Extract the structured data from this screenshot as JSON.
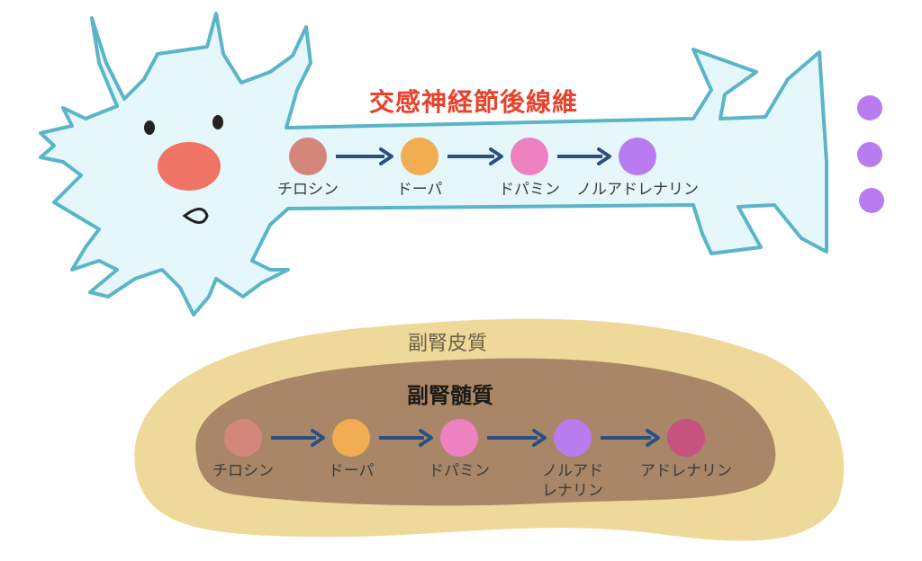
{
  "neuron": {
    "title": "交感神経節後線維",
    "pathway": [
      {
        "label": "チロシン",
        "color": "#d4867a"
      },
      {
        "label": "ドーパ",
        "color": "#f0ad52"
      },
      {
        "label": "ドパミン",
        "color": "#ee82c0"
      },
      {
        "label": "ノルアドレナリン",
        "color": "#b87cf0"
      }
    ],
    "released_dots_color": "#b87cf0",
    "cell_color": "#e5f7fb",
    "outline_color": "#5ab5c8",
    "nucleus_color": "#ef7465"
  },
  "adrenal": {
    "cortex_label": "副腎皮質",
    "medulla_label": "副腎髄質",
    "cortex_color": "#efd99a",
    "medulla_color": "#a88667",
    "pathway": [
      {
        "label": "チロシン",
        "color": "#d4867a"
      },
      {
        "label": "ドーパ",
        "color": "#f0ad52"
      },
      {
        "label": "ドパミン",
        "color": "#ee82c0"
      },
      {
        "label": "ノルアド\nレナリン",
        "color": "#b87cf0"
      },
      {
        "label": "アドレナリン",
        "color": "#c65280"
      }
    ]
  },
  "arrow_color": "#2b4f82"
}
